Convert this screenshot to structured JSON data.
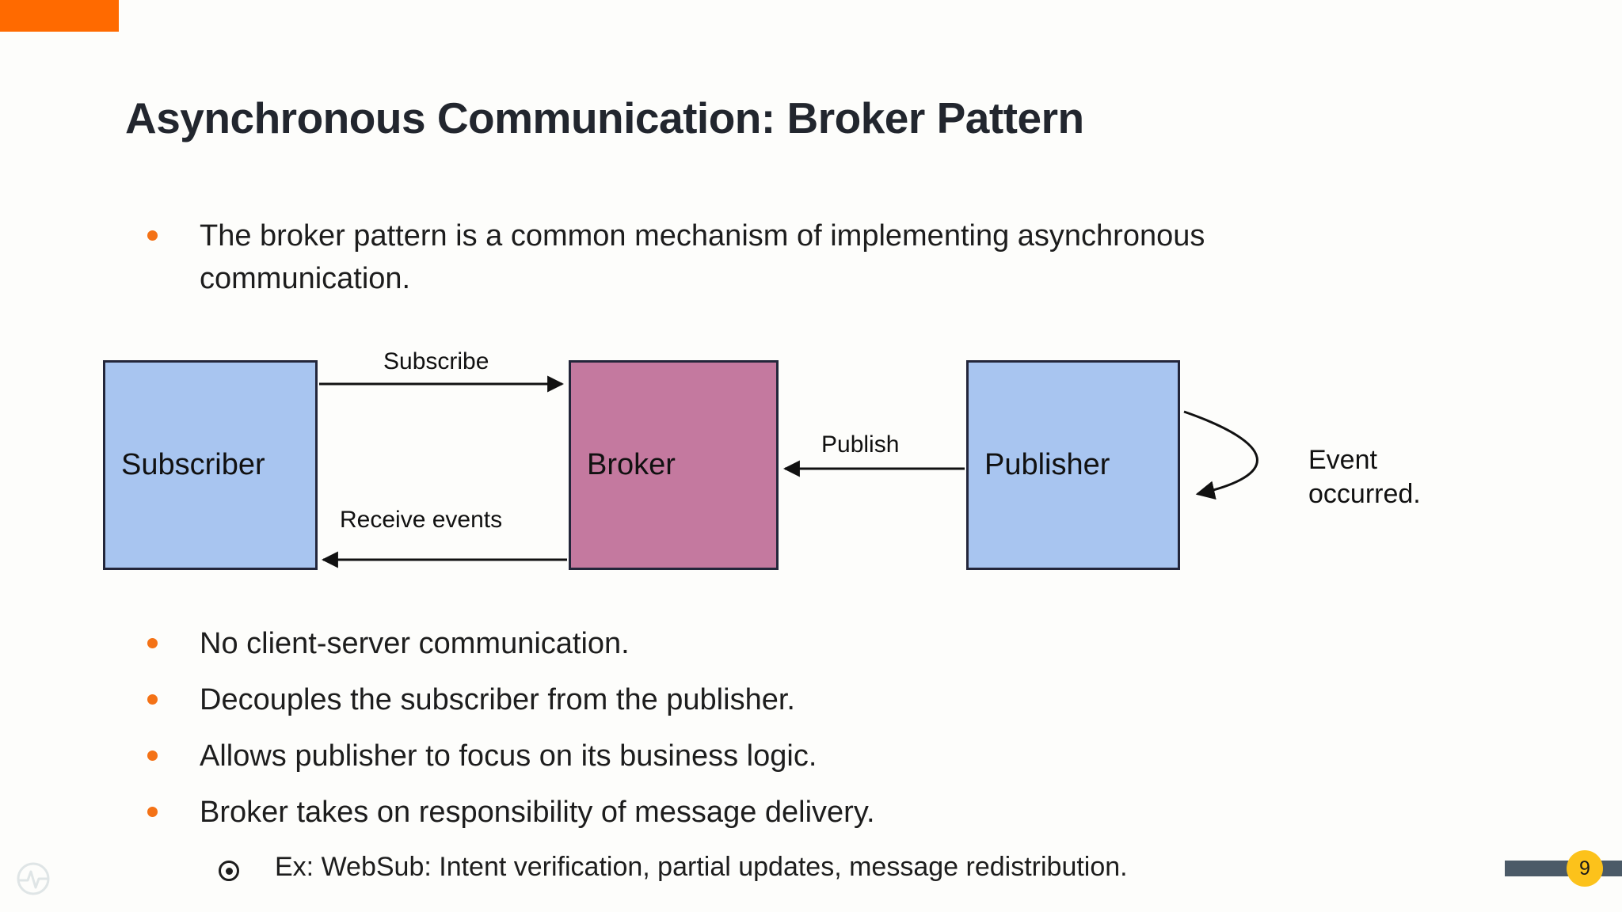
{
  "slide": {
    "title": "Asynchronous Communication: Broker Pattern",
    "accent_color": "#ff6a00",
    "bullet_color": "#f47216",
    "background": "#fdfdfb"
  },
  "intro_bullets": [
    "The broker pattern is a common mechanism of implementing asynchronous communication."
  ],
  "diagram": {
    "nodes": [
      {
        "id": "subscriber",
        "label": "Subscriber",
        "fill": "#a8c5f0",
        "stroke": "#23263a"
      },
      {
        "id": "broker",
        "label": "Broker",
        "fill": "#c4799f",
        "stroke": "#23263a"
      },
      {
        "id": "publisher",
        "label": "Publisher",
        "fill": "#a8c5f0",
        "stroke": "#23263a"
      }
    ],
    "edges": [
      {
        "from": "subscriber",
        "to": "broker",
        "label": "Subscribe"
      },
      {
        "from": "broker",
        "to": "subscriber",
        "label": "Receive events"
      },
      {
        "from": "publisher",
        "to": "broker",
        "label": "Publish"
      },
      {
        "from": "publisher",
        "to": "publisher",
        "label": ""
      }
    ],
    "annotations": [
      {
        "id": "event-note",
        "line1": "Event",
        "line2": "occurred."
      }
    ]
  },
  "body_bullets": [
    "No client-server communication.",
    "Decouples the subscriber from the publisher.",
    "Allows publisher to focus on its business logic.",
    "Broker takes on responsibility of message delivery."
  ],
  "sub_bullets": [
    "Ex: WebSub: Intent verification, partial updates, message redistribution."
  ],
  "footer": {
    "page_number": "9",
    "pager_bar_color": "#4b5a67",
    "pager_circle_color": "#fcc21b",
    "logo_name": "pulse-circle-logo"
  }
}
